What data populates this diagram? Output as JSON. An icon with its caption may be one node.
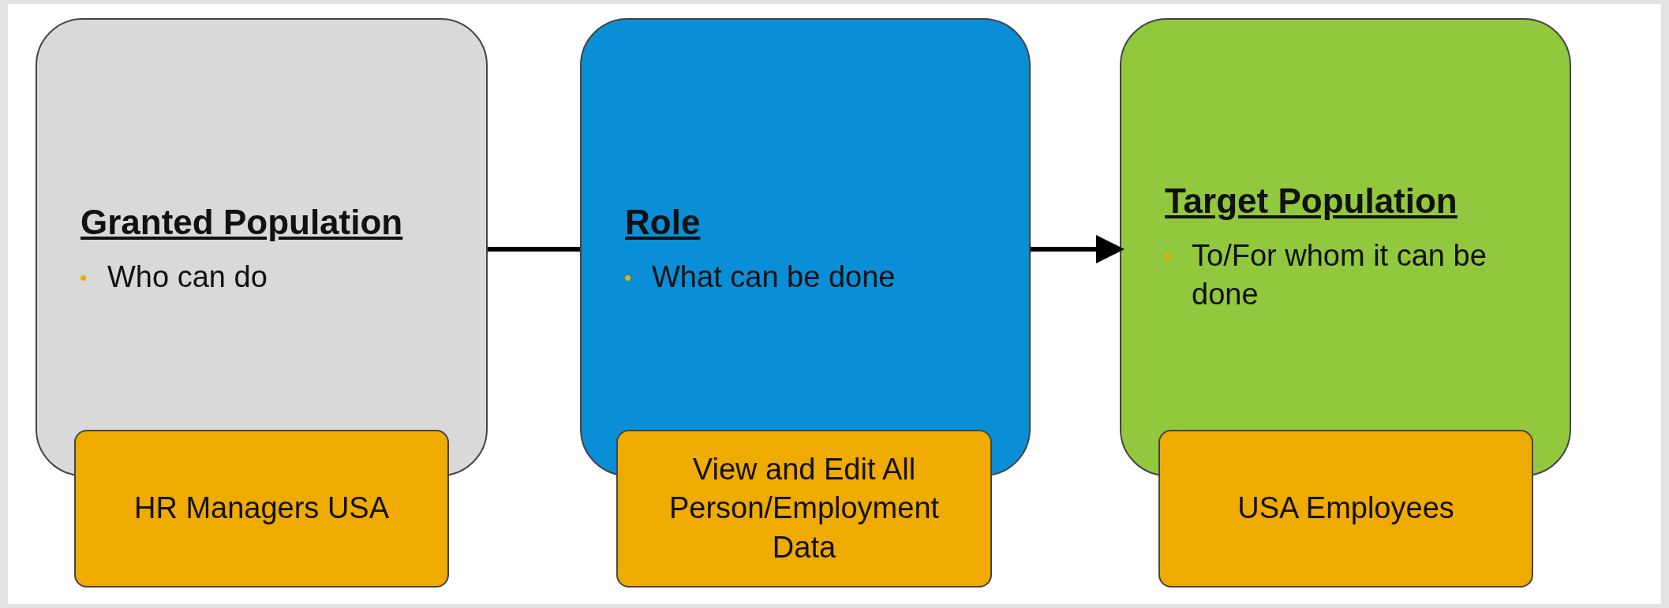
{
  "diagram": {
    "nodes": [
      {
        "text": [
          "Granted Population",
          "Who can do"
        ]
      },
      {
        "text": [
          "HR Managers USA"
        ]
      },
      {
        "text": [
          "Role",
          "What can be done"
        ]
      },
      {
        "text": [
          "View and Edit All Person/Employment Data"
        ]
      },
      {
        "text": [
          "Target Population",
          "To/For whom it can be done"
        ]
      },
      {
        "text": [
          "USA Employees"
        ]
      }
    ],
    "edges": [
      {
        "from": 0,
        "to": 2,
        "arrow": "none"
      },
      {
        "from": 2,
        "to": 4,
        "arrow": "to"
      }
    ]
  }
}
